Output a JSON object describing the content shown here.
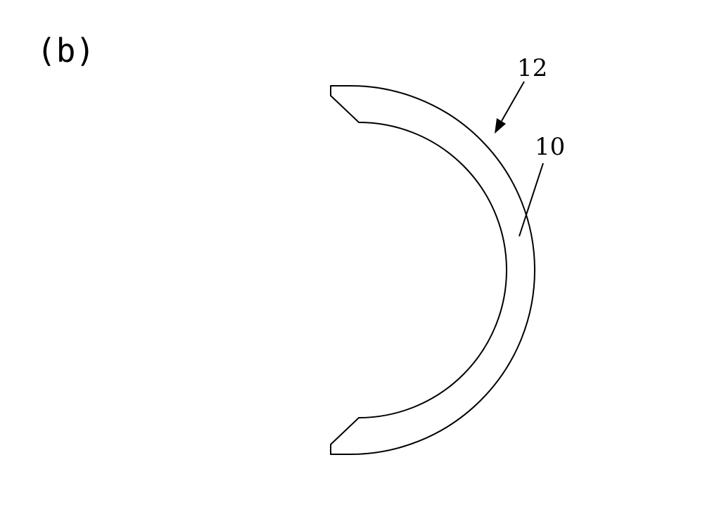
{
  "figure": {
    "panel_label": "(b)",
    "callouts": {
      "ref_12": "12",
      "ref_10": "10"
    },
    "line_color": "#000000",
    "background_color": "#ffffff"
  }
}
